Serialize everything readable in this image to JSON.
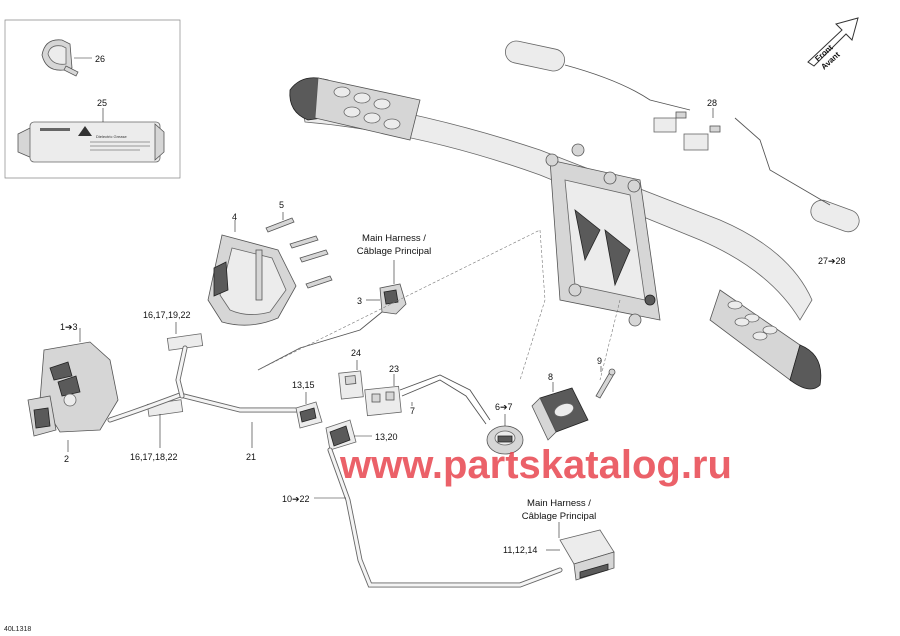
{
  "callouts": {
    "c26": "26",
    "c25": "25",
    "c5": "5",
    "c4": "4",
    "c3": "3",
    "c28": "28",
    "c27_28": "27➔28",
    "c1_3": "1➔3",
    "c16_17_19_22": "16,17,19,22",
    "c2": "2",
    "c16_17_18_22": "16,17,18,22",
    "c21": "21",
    "c24": "24",
    "c13_15": "13,15",
    "c23": "23",
    "c7": "7",
    "c6_7": "6➔7",
    "c8": "8",
    "c9": "9",
    "c13_20": "13,20",
    "c10_22": "10➔22",
    "c11_12_14": "11,12,14"
  },
  "labels": {
    "main_harness_top_line1": "Main Harness /",
    "main_harness_top_line2": "Câblage Principal",
    "main_harness_bottom_line1": "Main Harness /",
    "main_harness_bottom_line2": "Câblage Principal",
    "front_line1": "Front",
    "front_line2": "Avant"
  },
  "watermark": "www.partskatalog.ru",
  "figure_code": "40L1318",
  "colors": {
    "watermark": "#e8464f",
    "line_art": "#555555",
    "part_fill": "#d6d6d6"
  }
}
